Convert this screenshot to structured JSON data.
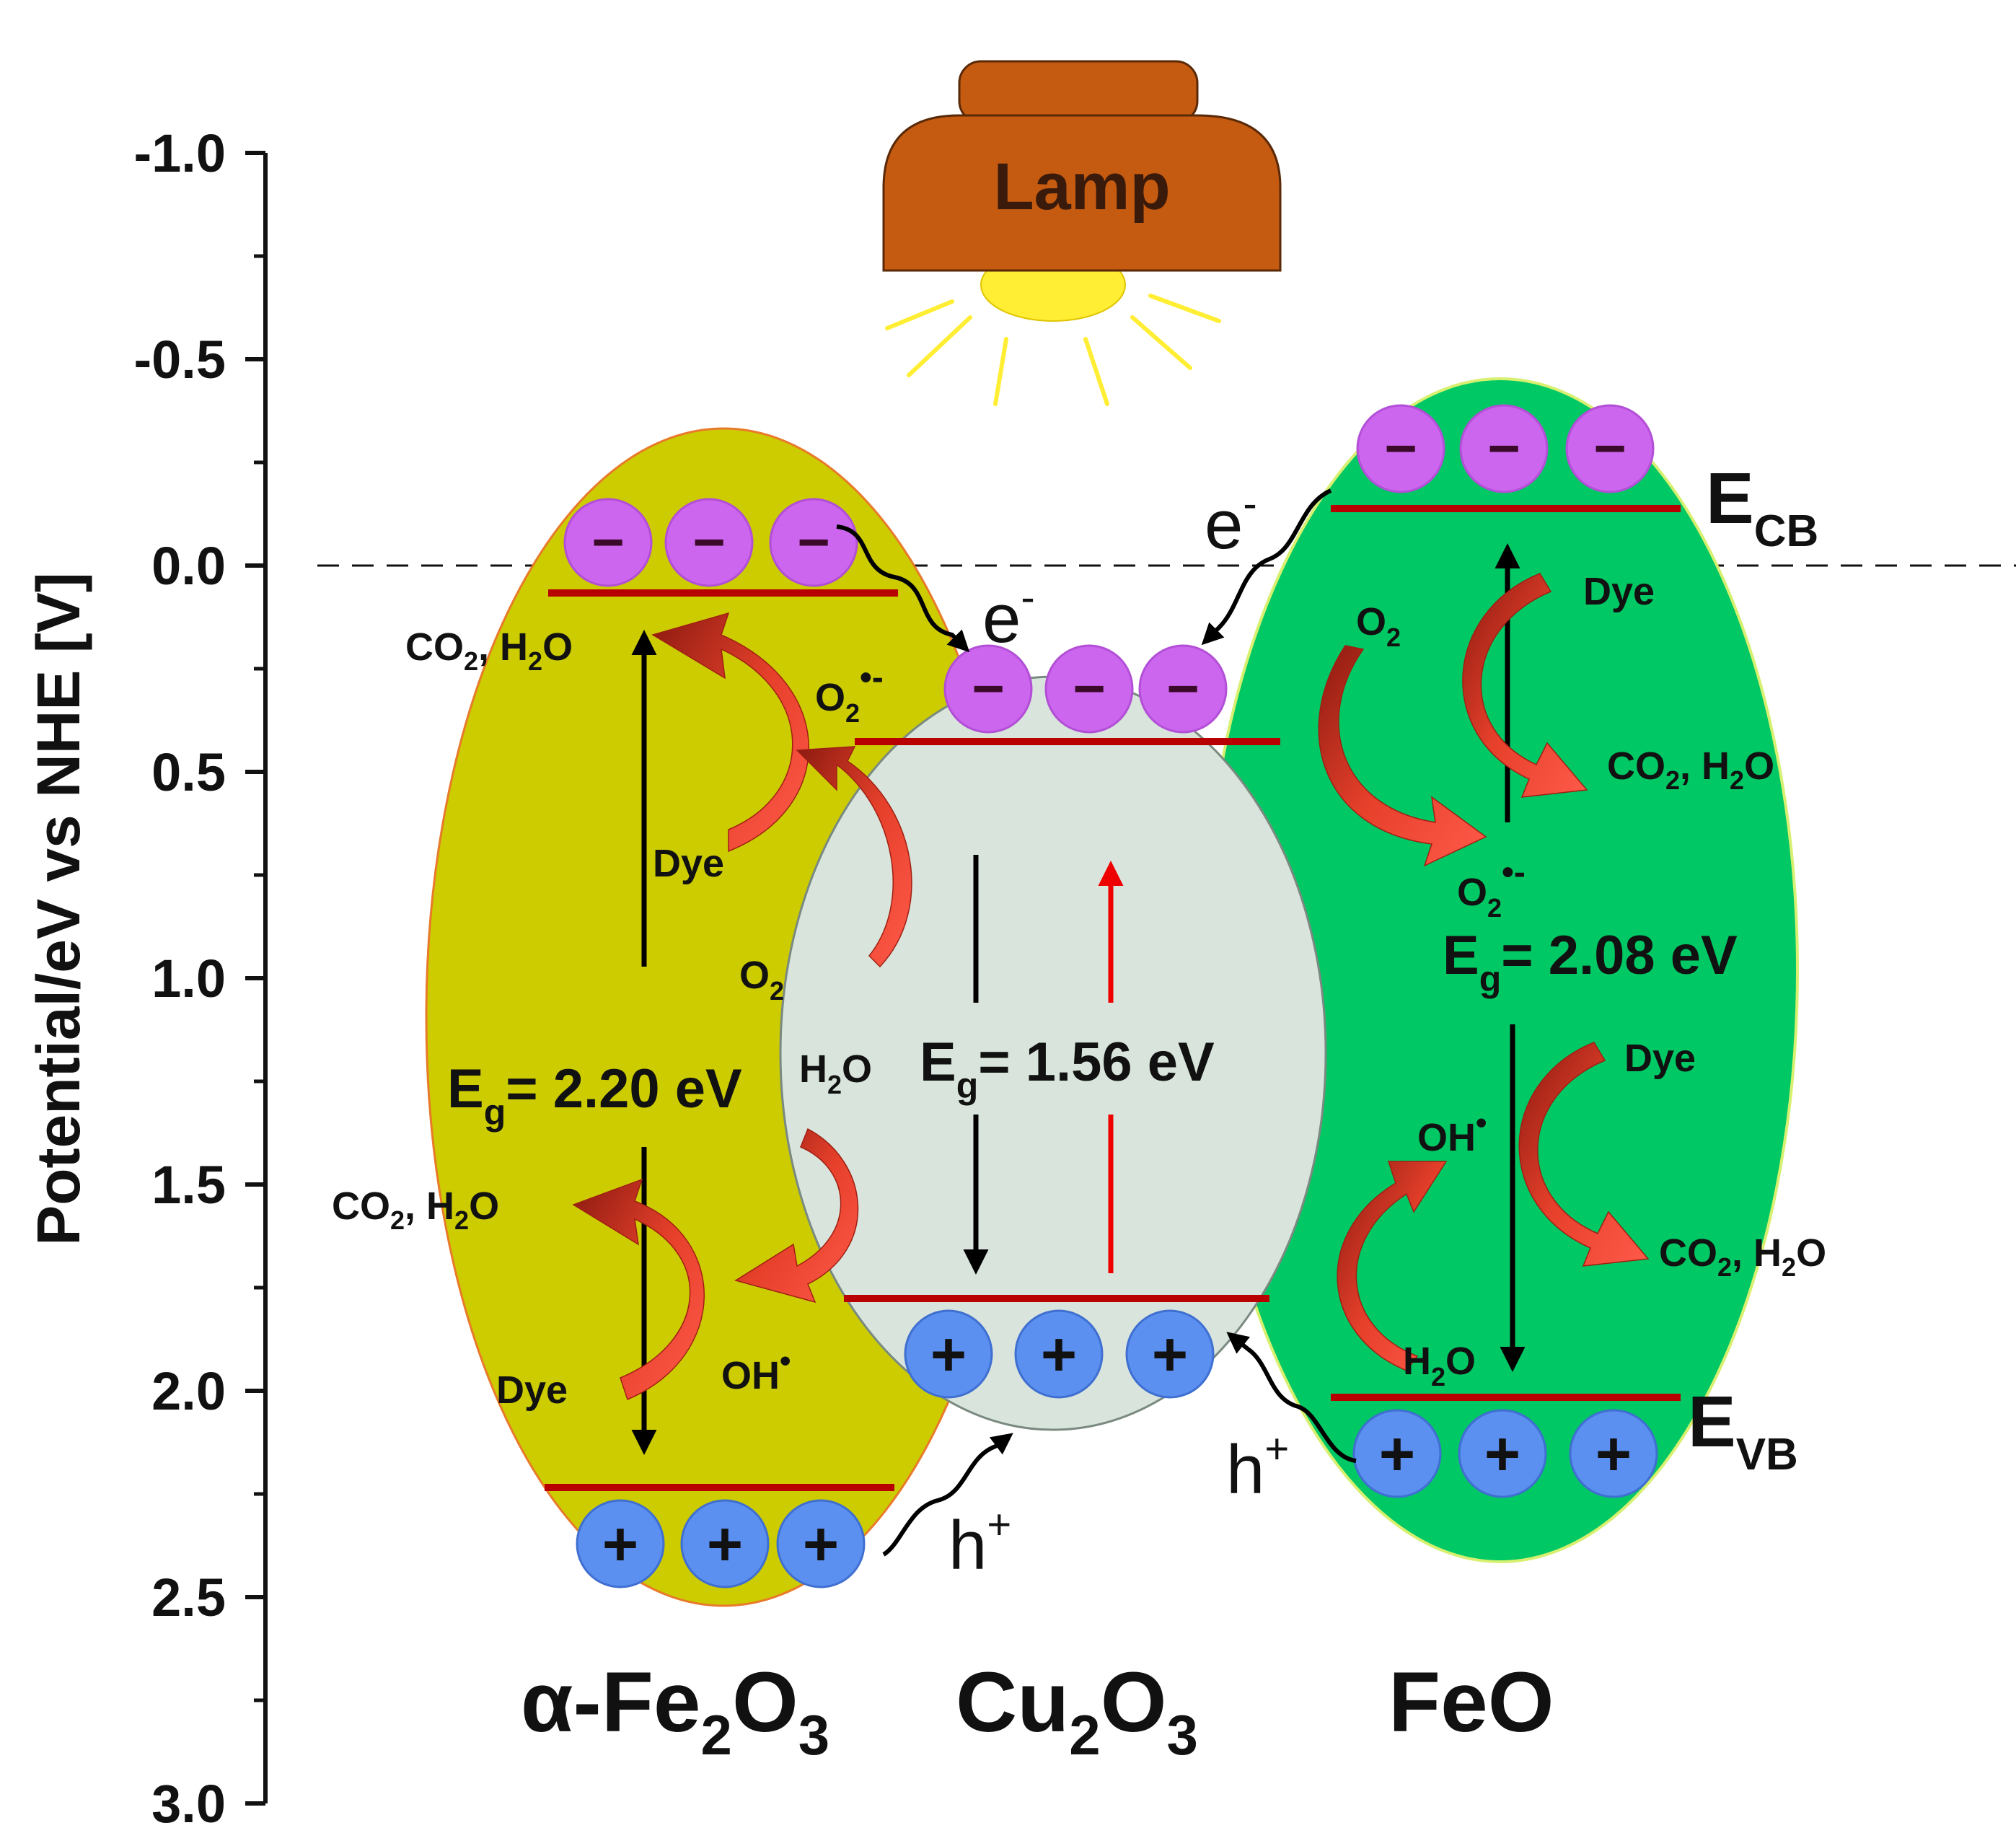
{
  "axis": {
    "title": "Potential/eV vs NHE [V]",
    "min": -1.0,
    "max": 3.0,
    "ticks": [
      "-1.0",
      "-0.5",
      "0.0",
      "0.5",
      "1.0",
      "1.5",
      "2.0",
      "2.5",
      "3.0"
    ],
    "tick_values": [
      -1.0,
      -0.5,
      0.0,
      0.5,
      1.0,
      1.5,
      2.0,
      2.5,
      3.0
    ],
    "reference_line_value": 0.0
  },
  "lamp": {
    "label": "Lamp"
  },
  "materials": [
    {
      "id": "fe2o3",
      "label_main": "α-Fe",
      "sub1": "2",
      "mid": "O",
      "sub2": "3",
      "gap_main": "E",
      "gap_sub": "g",
      "gap_value": "= 2.20 eV",
      "color": "#cccc00"
    },
    {
      "id": "cu2o3",
      "label_main": "Cu",
      "sub1": "2",
      "mid": "O",
      "sub2": "3",
      "gap_main": "E",
      "gap_sub": "g",
      "gap_value": "= 1.56 eV",
      "color": "#d9e5dc"
    },
    {
      "id": "feo",
      "label_main": "FeO",
      "gap_main": "E",
      "gap_sub": "g",
      "gap_value": "= 2.08 eV",
      "color": "#00c864"
    }
  ],
  "band_labels": {
    "ecb_main": "E",
    "ecb_sub": "CB",
    "evb_main": "E",
    "evb_sub": "VB"
  },
  "carriers": {
    "electron_main": "e",
    "electron_sup": "-",
    "hole_main": "h",
    "hole_sup": "+",
    "electron_symbol": "−",
    "hole_symbol": "+"
  },
  "species": {
    "co2": "CO",
    "co2_sub": "2",
    "comma_h": ", H",
    "h2o_sub": "2",
    "o_char": "O",
    "h": "H",
    "dye": "Dye",
    "o2_main": "O",
    "o2_sub": "2",
    "superoxide_sup": "•-",
    "oh": "OH",
    "oh_sup": "•"
  },
  "colors": {
    "band_line": "#b80000",
    "electron_ball": "#cc66ee",
    "hole_ball": "#5b8ff0",
    "reaction_arrow": "#d9301e",
    "lamp_body": "#c55a11",
    "light": "#ffee33",
    "excitation_arrow": "#ee0000"
  }
}
